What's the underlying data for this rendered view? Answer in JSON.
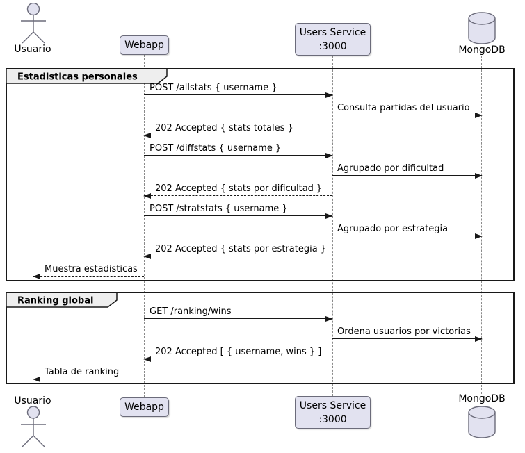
{
  "participants": {
    "usuario": {
      "label": "Usuario",
      "type": "actor"
    },
    "webapp": {
      "label": "Webapp",
      "type": "participant"
    },
    "users_service": {
      "line1": "Users Service",
      "line2": ":3000",
      "type": "participant"
    },
    "mongodb": {
      "label": "MongoDB",
      "type": "database"
    }
  },
  "frames": [
    {
      "title": "Estadisticas personales"
    },
    {
      "title": "Ranking global"
    }
  ],
  "messages": [
    {
      "label": "POST /allstats { username }",
      "from": "Webapp",
      "to": "Users Service",
      "kind": "request"
    },
    {
      "label": "Consulta partidas del usuario",
      "from": "Users Service",
      "to": "MongoDB",
      "kind": "request"
    },
    {
      "label": "202 Accepted { stats totales }",
      "from": "Users Service",
      "to": "Webapp",
      "kind": "response"
    },
    {
      "label": "POST /diffstats { username }",
      "from": "Webapp",
      "to": "Users Service",
      "kind": "request"
    },
    {
      "label": "Agrupado por dificultad",
      "from": "Users Service",
      "to": "MongoDB",
      "kind": "request"
    },
    {
      "label": "202 Accepted { stats por dificultad }",
      "from": "Users Service",
      "to": "Webapp",
      "kind": "response"
    },
    {
      "label": "POST /stratstats { username }",
      "from": "Webapp",
      "to": "Users Service",
      "kind": "request"
    },
    {
      "label": "Agrupado por estrategia",
      "from": "Users Service",
      "to": "MongoDB",
      "kind": "request"
    },
    {
      "label": "202 Accepted { stats por estrategia }",
      "from": "Users Service",
      "to": "Webapp",
      "kind": "response"
    },
    {
      "label": "Muestra estadisticas",
      "from": "Webapp",
      "to": "Usuario",
      "kind": "response"
    },
    {
      "label": "GET /ranking/wins",
      "from": "Webapp",
      "to": "Users Service",
      "kind": "request"
    },
    {
      "label": "Ordena usuarios por victorias",
      "from": "Users Service",
      "to": "MongoDB",
      "kind": "request"
    },
    {
      "label": "202 Accepted [ { username, wins } ]",
      "from": "Users Service",
      "to": "Webapp",
      "kind": "response"
    },
    {
      "label": "Tabla de ranking",
      "from": "Webapp",
      "to": "Usuario",
      "kind": "response"
    }
  ],
  "colors": {
    "participant_fill": "#E2E2F0",
    "participant_border": "#6b6b7a",
    "frame_border": "#181818",
    "frame_title_fill": "#EEEEEE",
    "arrow": "#181818",
    "lifeline": "#8a8a8a",
    "bg": "#FFFFFF",
    "text": "#000000"
  }
}
